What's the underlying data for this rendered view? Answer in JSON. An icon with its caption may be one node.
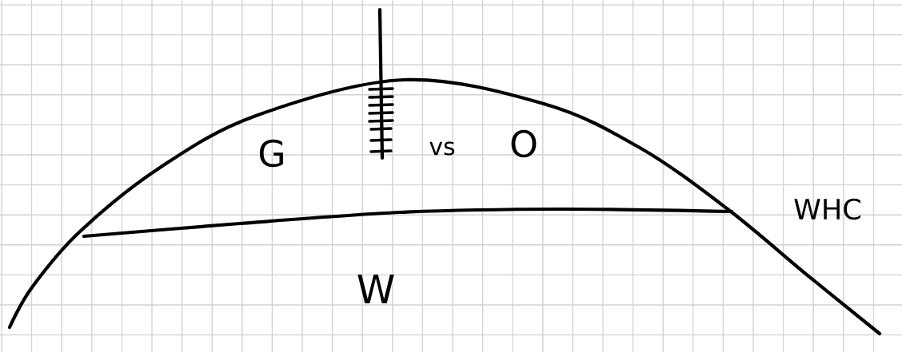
{
  "diagram": {
    "labels": [
      "G",
      "vs",
      "O",
      "WHC",
      "W"
    ]
  }
}
